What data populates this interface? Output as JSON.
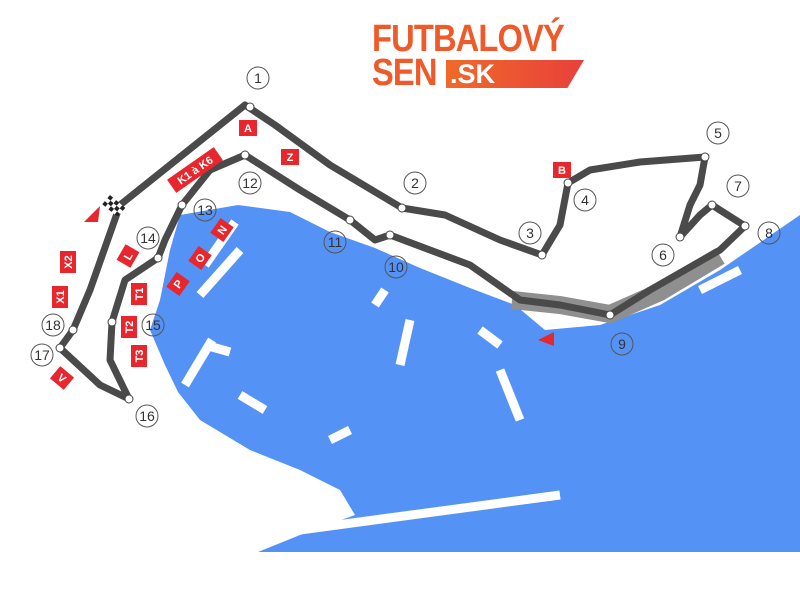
{
  "logo": {
    "line1": "FUTBALOVÝ",
    "line2": "SEN",
    "suffix": ".SK"
  },
  "colors": {
    "water": "#5592f5",
    "track": "#4a4a4a",
    "tunnel": "#8f8f8f",
    "stand": "#e8262d",
    "logo": "#ee5a2a"
  },
  "turns": [
    "1",
    "2",
    "3",
    "4",
    "5",
    "6",
    "7",
    "8",
    "9",
    "10",
    "11",
    "12",
    "13",
    "14",
    "15",
    "16",
    "17",
    "18"
  ],
  "stands": {
    "A": "A",
    "Z": "Z",
    "B": "B",
    "K": "K1 à K6",
    "L": "L",
    "X1": "X1",
    "X2": "X2",
    "V": "V",
    "T1": "T1",
    "T2": "T2",
    "T3": "T3",
    "P": "P",
    "O": "O",
    "N": "N"
  }
}
